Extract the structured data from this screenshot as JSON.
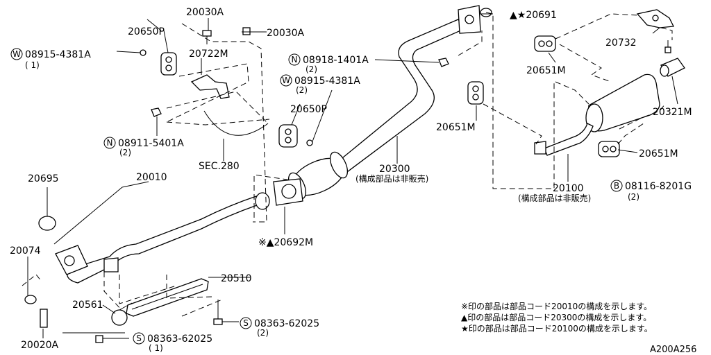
{
  "labels": {
    "p20030A_top": "20030A",
    "p20030A_right": "20030A",
    "p20650P_top": "20650P",
    "p08915_4381A_left": "08915-4381A",
    "p08915_4381A_left_qty": "( 1)",
    "p20722M": "20722M",
    "p08918_1401A": "08918-1401A",
    "p08918_1401A_qty": "(2)",
    "p08915_4381A_mid": "08915-4381A",
    "p08915_4381A_mid_qty": "(2)",
    "p20650P_mid": "20650P",
    "p08911_5401A": "08911-5401A",
    "p08911_5401A_qty": "(2)",
    "sec280": "SEC.280",
    "p20691": "▲★20691",
    "p20732": "20732",
    "p20651M_top": "20651M",
    "p20651M_mid": "20651M",
    "p20321M": "20321M",
    "p20651M_bottom": "20651M",
    "p20300": "20300",
    "p20300_note": "(構成部品は非販売)",
    "p20010": "20010",
    "p20695": "20695",
    "p20074": "20074",
    "p20692M": "※▲20692M",
    "p20100": "20100",
    "p20100_note": "(構成部品は非販売)",
    "p08116_8201G": "08116-8201G",
    "p08116_8201G_qty": "(2)",
    "p20510": "20510",
    "p20561": "20561",
    "p08363_62025_right": "08363-62025",
    "p08363_62025_right_qty": "(2)",
    "p08363_62025_left": "08363-62025",
    "p08363_62025_left_qty": "( 1)",
    "p20020A": "20020A"
  },
  "prefixes": {
    "W": "W",
    "N": "N",
    "B": "B",
    "S": "S"
  },
  "notes": [
    "※印の部品は部品コード20010の構成を示します。",
    "▲印の部品は部品コード20300の構成を示します。",
    "★印の部品は部品コード20100の構成を示します。"
  ],
  "diagram_code": "A200A256"
}
